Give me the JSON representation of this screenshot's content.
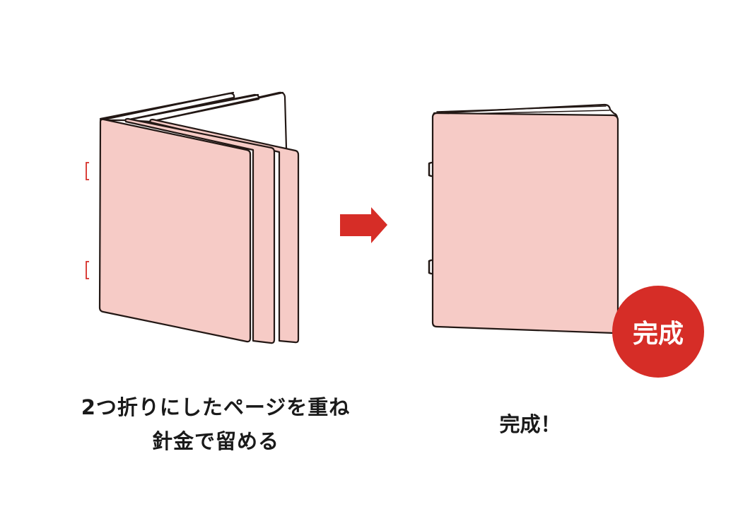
{
  "colors": {
    "page_fill": "#f6cbc6",
    "outline": "#231815",
    "accent_red": "#d62d27",
    "background": "#ffffff",
    "badge_text": "#ffffff"
  },
  "left_step": {
    "caption_line1": "2つ折りにしたページを重ね",
    "caption_line2": "針金で留める",
    "pages_count": 3,
    "staple_marks": 2
  },
  "arrow": {
    "icon": "right-arrow-icon",
    "direction": "right"
  },
  "right_step": {
    "caption": "完成！",
    "badge_label": "完成",
    "staples": 2
  }
}
